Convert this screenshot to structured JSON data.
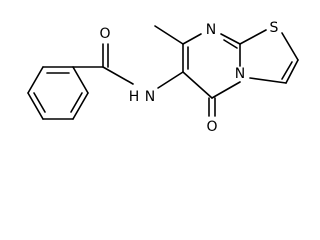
{
  "molecule": {
    "atoms": {
      "amide_oxygen": "O",
      "amide_nitrogen_h": "H",
      "amide_nitrogen": "N",
      "ring_nitrogen_top": "N",
      "sulfur": "S",
      "ring_nitrogen_fused": "N",
      "keto_oxygen": "O"
    }
  }
}
